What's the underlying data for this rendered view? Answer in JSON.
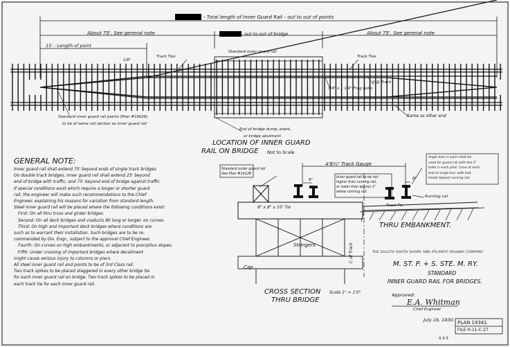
{
  "plan_view": {
    "total_length_label": "- Total length of Inner Guard Rail - out to out of points",
    "left_extent_label": "About 75', See general note",
    "bridge_extent_label": "out to out of bridge",
    "right_extent_label": "About 75', See general note",
    "point_length_label": "15' - Length of point",
    "point_width_label": "1/8\"",
    "track_ties_left_label": "Track Ties",
    "track_ties_right_label": "Track Ties",
    "std_outer_guard_rail_label": "Standard outer guard rail",
    "frog_bolt_label": "3/4\" x 1 1/4\" Frog bolts",
    "rail_spikes_label": "2 @ Track",
    "points_note_line1": "Standard inner guard rail points (Plan #19026)",
    "points_note_line2": "to be of same rail section as inner guard rail",
    "abutment_note_line1": "End of bridge dump, plank,",
    "abutment_note_line2": "or bridge abutment",
    "same_other_end_label": "Same as other end",
    "location_title_line1": "LOCATION OF INNER GUARD",
    "location_title_line2": "RAIL ON BRIDGE",
    "not_to_scale_label": "Not to Scale"
  },
  "general_note": {
    "title": "GENERAL NOTE:",
    "lines": [
      "Inner guard rail shall extend 75' beyond ends of single track bridges.",
      "On double track bridges, inner guard rail shall extend 25' beyond",
      "end of bridge with traffic, and 75' beyond end of bridge against traffic.",
      "If special conditions exist which require a longer or shorter guard",
      "rail, the engineer will make such recommendations to the Chief",
      "Engineer, explaining his reasons for variation from standard length.",
      "Steel inner guard rail will be placed where the following conditions exist:",
      "First: On all thru truss and girder bridges.",
      "Second: On all deck bridges and viaducts 80 long or longer, on curves.",
      "Third: On high and important deck bridges where conditions are",
      "such as to warrant their installation. Such bridges are to be re-",
      "commended by Div. Engr., subject to the approval Chief Engineer.",
      "Fourth: On curves on high embankments, or adjacent to precipitus slopes.",
      "Fifth: Under crossing of important bridges where derailment",
      "might cause serious injury to columns or piers.",
      "All steel inner guard rail and points to be of 3rd Class rail.",
      "Two track spikes to be placed staggered in every other bridge tie",
      "for each inner guard rail on bridge. Two track spikes to be placed in",
      "each track tie for each inner guard rail."
    ]
  },
  "cross_section": {
    "track_gauge_label": "4'8½\" Track Gauge",
    "std_outer_guard_rail_label": "Standard outer guard rail",
    "see_plan_label": "See Plan #14126",
    "inner_rail_note": [
      "Inner guard rail to be not",
      "higher than running rail,",
      "or lower than approx 1\"",
      "below running rail."
    ],
    "dim_8_left": "8\"",
    "dim_8_right": "8\"",
    "angle_bars_note": [
      "Angle bars in pairs shall be",
      "used for guard rail with two 1\"",
      "bolts in each joint. Cone at each",
      "end of single bar; with bolt",
      "heads toward running rail."
    ],
    "running_rail_label": "Running rail",
    "tie_label": "8\" x 8\" x 10' Tie",
    "track_tie_label": "Track Tie",
    "stringers_label": "Stringers",
    "cap_label": "Cap",
    "center_label": "C of Track",
    "thru_embankment_label": "THRU EMBANKMENT.",
    "title_line1": "CROSS SECTION",
    "title_line2": "THRU BRIDGE",
    "scale_label": "Scale 1\" = 1'0\""
  },
  "title_block": {
    "company": "THE DULUTH SOUTH SHORE AND ATLANTIC RAILWAY COMPANY",
    "railway": "M. ST. P. + S. STE. M. RY.",
    "standard": "STANDARD",
    "drawing_title": "INNER GUARD RAIL FOR BRIDGES.",
    "approved_label": "Approved:",
    "signature": "E.A. Whitman",
    "chief_engineer_label": "Chief Engineer",
    "date": "July 16, 1930.",
    "plan_number": "PLAN 19341",
    "file_number": "FILE H-11-C-27",
    "sheet_code": "0.3.5"
  }
}
